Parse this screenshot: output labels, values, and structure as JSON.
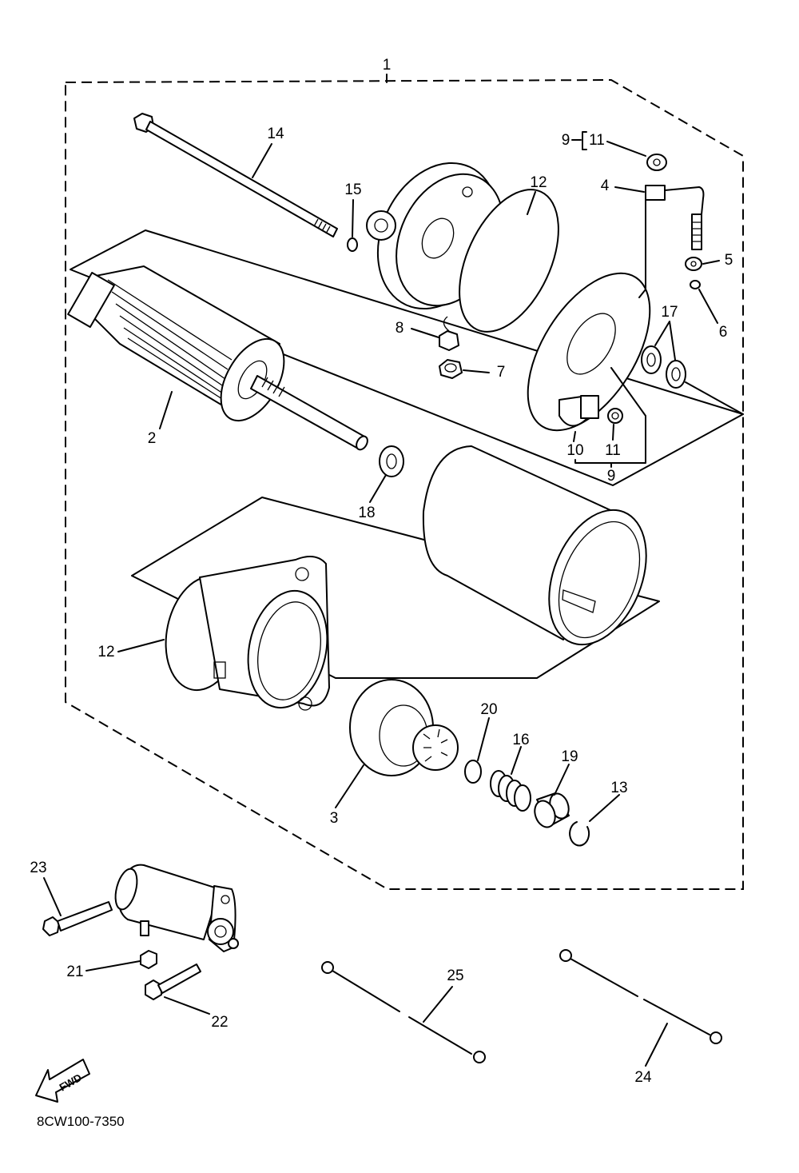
{
  "diagram": {
    "callouts": {
      "c1": "1",
      "c14": "14",
      "c15": "15",
      "c12a": "12",
      "c9a": "9",
      "c11a": "11",
      "c4": "4",
      "c5": "5",
      "c6": "6",
      "c17": "17",
      "c8": "8",
      "c7": "7",
      "c2": "2",
      "c18": "18",
      "c10": "10",
      "c11b": "11",
      "c9b": "9",
      "c12b": "12",
      "c20": "20",
      "c16": "16",
      "c19": "19",
      "c13": "13",
      "c3": "3",
      "c23": "23",
      "c21": "21",
      "c22": "22",
      "c25": "25",
      "c24": "24"
    },
    "fwd_label": "FWD",
    "drawing_code": "8CW100-7350"
  }
}
